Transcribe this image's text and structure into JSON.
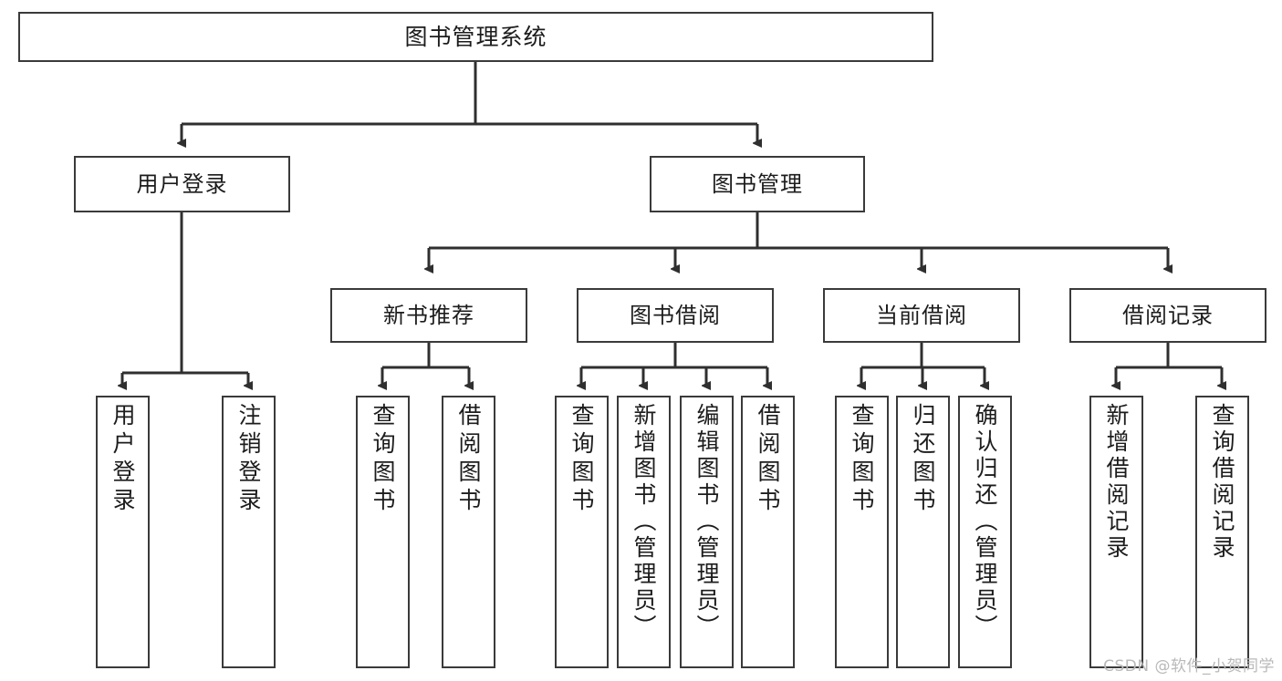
{
  "diagram": {
    "title": "图书管理系统",
    "root": {
      "label": "图书管理系统"
    },
    "level2": [
      {
        "label": "用户登录"
      },
      {
        "label": "图书管理"
      }
    ],
    "level3": [
      {
        "label": "新书推荐"
      },
      {
        "label": "图书借阅"
      },
      {
        "label": "当前借阅"
      },
      {
        "label": "借阅记录"
      }
    ],
    "leaves": {
      "user_login": [
        {
          "label": "用户登录"
        },
        {
          "label": "注销登录"
        }
      ],
      "new_book_recommend": [
        {
          "label": "查询图书"
        },
        {
          "label": "借阅图书"
        }
      ],
      "book_borrow": [
        {
          "label": "查询图书"
        },
        {
          "label": "新增图书（管理员）"
        },
        {
          "label": "编辑图书（管理员）"
        },
        {
          "label": "借阅图书"
        }
      ],
      "current_borrow": [
        {
          "label": "查询图书"
        },
        {
          "label": "归还图书"
        },
        {
          "label": "确认归还（管理员）"
        }
      ],
      "borrow_record": [
        {
          "label": "新增借阅记录"
        },
        {
          "label": "查询借阅记录"
        }
      ]
    }
  },
  "watermark": {
    "text": "CSDN @软件_小贺同学"
  },
  "colors": {
    "border": "#3a3a3a",
    "text": "#1c1c1c",
    "background": "#ffffff",
    "watermark": "#b9b9b9"
  }
}
